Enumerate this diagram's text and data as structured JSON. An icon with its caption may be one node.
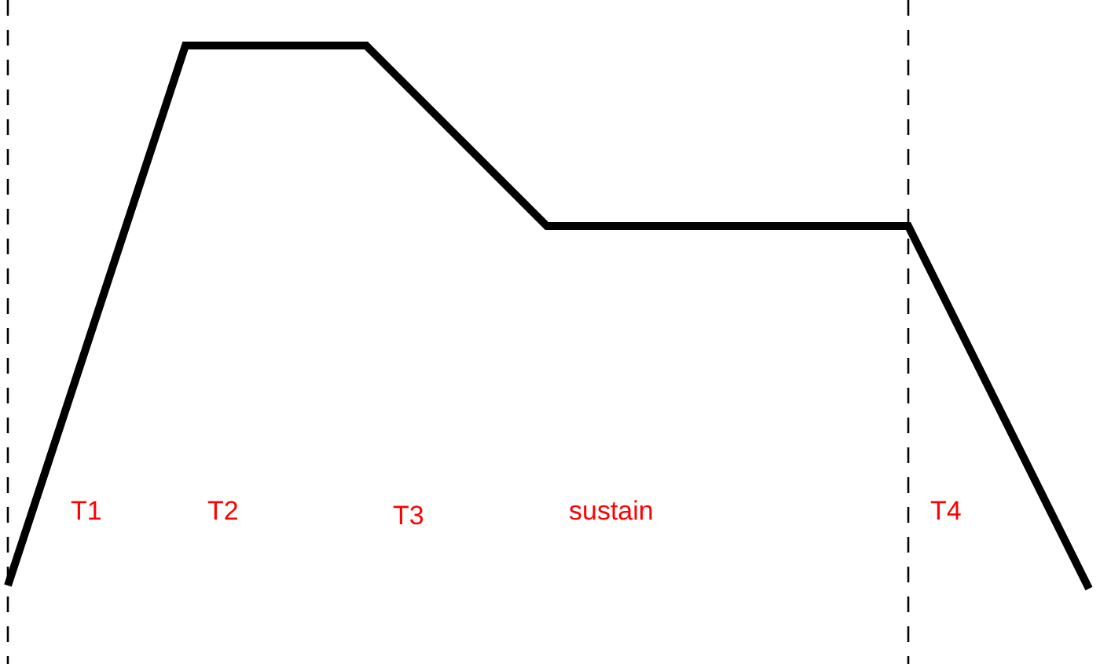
{
  "diagram": {
    "labels": [
      "T1",
      "T2",
      "T3",
      "sustain",
      "T4"
    ]
  }
}
